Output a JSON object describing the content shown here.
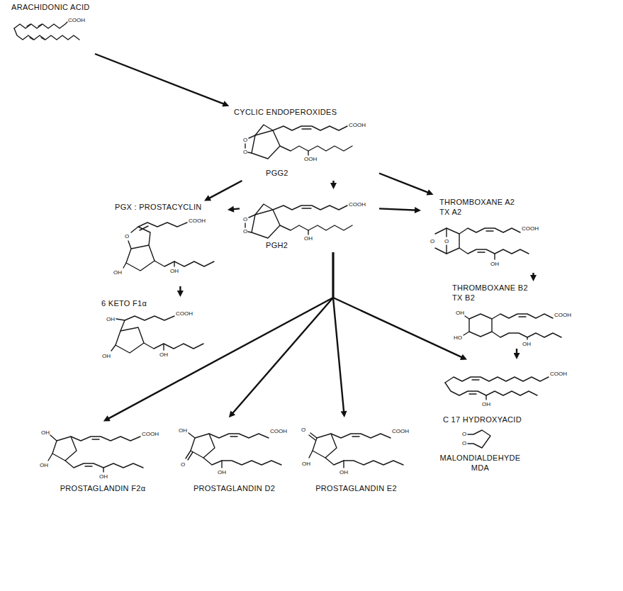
{
  "diagram": {
    "nodes": [
      {
        "text": [
          "ARACHIDONIC ACID"
        ]
      },
      {
        "text": [
          "CYCLIC ENDOPEROXIDES",
          "PGG2"
        ]
      },
      {
        "text": [
          "PGH2"
        ]
      },
      {
        "text": [
          "PGX : PROSTACYCLIN"
        ]
      },
      {
        "text": [
          "THROMBOXANE A2",
          "TX A2"
        ]
      },
      {
        "text": [
          "6 KETO F1α"
        ]
      },
      {
        "text": [
          "THROMBOXANE B2",
          "TX B2"
        ]
      },
      {
        "text": [
          "C 17 HYDROXYACID"
        ]
      },
      {
        "text": [
          "MALONDIALDEHYDE",
          "MDA"
        ]
      },
      {
        "text": [
          "PROSTAGLANDIN F2α"
        ]
      },
      {
        "text": [
          "PROSTAGLANDIN D2"
        ]
      },
      {
        "text": [
          "PROSTAGLANDIN E2"
        ]
      }
    ],
    "edges": [
      {
        "from": 0,
        "to": 1,
        "arrow": "to"
      },
      {
        "from": 1,
        "to": 2,
        "arrow": "to"
      },
      {
        "from": 1,
        "to": 3,
        "arrow": "to"
      },
      {
        "from": 1,
        "to": 4,
        "arrow": "to"
      },
      {
        "from": 2,
        "to": 3,
        "arrow": "to"
      },
      {
        "from": 2,
        "to": 4,
        "arrow": "to"
      },
      {
        "from": 3,
        "to": 5,
        "arrow": "to"
      },
      {
        "from": 4,
        "to": 6,
        "arrow": "to"
      },
      {
        "from": 2,
        "to": 9,
        "arrow": "to"
      },
      {
        "from": 2,
        "to": 10,
        "arrow": "to"
      },
      {
        "from": 2,
        "to": 11,
        "arrow": "to"
      },
      {
        "from": 2,
        "to": 7,
        "arrow": "to"
      },
      {
        "from": 6,
        "to": 7,
        "arrow": "to"
      }
    ],
    "labels": [
      "COOH",
      "O",
      "O",
      "COOH",
      "OOH",
      "O",
      "O",
      "COOH",
      "OH",
      "O",
      "COOH",
      "OH",
      "OH",
      "OH",
      "COOH",
      "OH",
      "OH",
      "O",
      "O",
      "COOH",
      "OH",
      "OH",
      "HO",
      "COOH",
      "OH",
      "COOH",
      "OH",
      "O",
      "O",
      "OH",
      "COOH",
      "OH",
      "OH",
      "OH",
      "O",
      "COOH",
      "OH",
      "O",
      "COOH",
      "OH",
      "OH"
    ]
  }
}
